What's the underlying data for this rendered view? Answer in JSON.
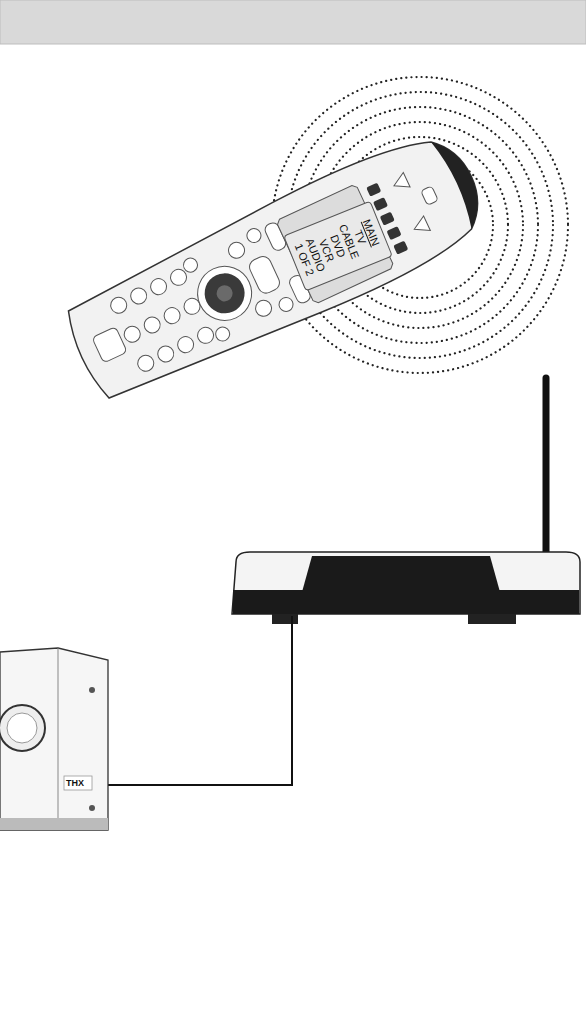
{
  "diagram": {
    "nodes": [
      {
        "text": [
          "MAIN",
          "TV",
          "CABLE",
          "DVD",
          "VCR",
          "AUDIO",
          "1 OF 2"
        ]
      }
    ],
    "labels": [
      "THX"
    ]
  }
}
